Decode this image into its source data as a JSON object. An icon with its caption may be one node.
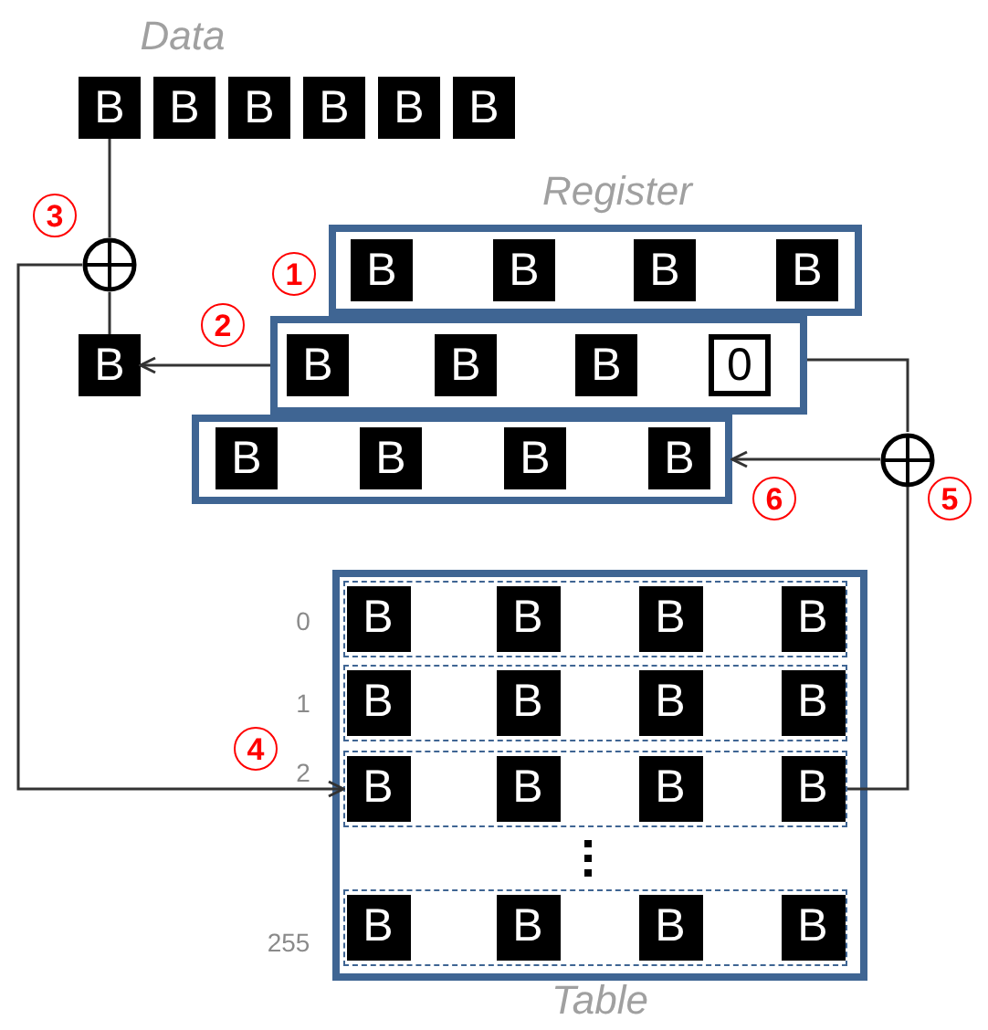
{
  "diagram": {
    "nodes": [
      {
        "text": [
          "B"
        ]
      },
      {
        "text": [
          "B"
        ]
      },
      {
        "text": [
          "B"
        ]
      },
      {
        "text": [
          "B"
        ]
      },
      {
        "text": [
          "B"
        ]
      },
      {
        "text": [
          "B"
        ]
      },
      {
        "text": [],
        "shape": "circle"
      },
      {
        "text": [
          "B"
        ]
      },
      {
        "text": [],
        "shape": "box"
      },
      {
        "text": [
          "B"
        ],
        "in": 8
      },
      {
        "text": [
          "B"
        ],
        "in": 8
      },
      {
        "text": [
          "B"
        ],
        "in": 8
      },
      {
        "text": [
          "B"
        ],
        "in": 8
      },
      {
        "text": [],
        "shape": "box"
      },
      {
        "text": [
          "B"
        ],
        "in": 13
      },
      {
        "text": [
          "B"
        ],
        "in": 13
      },
      {
        "text": [
          "B"
        ],
        "in": 13
      },
      {
        "text": [
          "0"
        ],
        "in": 13
      },
      {
        "text": [],
        "shape": "box"
      },
      {
        "text": [
          "B"
        ],
        "in": 18
      },
      {
        "text": [
          "B"
        ],
        "in": 18
      },
      {
        "text": [
          "B"
        ],
        "in": 18
      },
      {
        "text": [
          "B"
        ],
        "in": 18
      },
      {
        "text": [],
        "shape": "circle"
      },
      {
        "text": [
          "Table"
        ]
      },
      {
        "text": [],
        "shape": "box",
        "in": 24
      },
      {
        "text": [
          "B"
        ],
        "in": 25
      },
      {
        "text": [
          "B"
        ],
        "in": 25
      },
      {
        "text": [
          "B"
        ],
        "in": 25
      },
      {
        "text": [
          "B"
        ],
        "in": 25
      },
      {
        "text": [],
        "shape": "box",
        "in": 24
      },
      {
        "text": [
          "B"
        ],
        "in": 30
      },
      {
        "text": [
          "B"
        ],
        "in": 30
      },
      {
        "text": [
          "B"
        ],
        "in": 30
      },
      {
        "text": [
          "B"
        ],
        "in": 30
      },
      {
        "text": [],
        "shape": "box",
        "in": 24
      },
      {
        "text": [
          "B"
        ],
        "in": 35
      },
      {
        "text": [
          "B"
        ],
        "in": 35
      },
      {
        "text": [
          "B"
        ],
        "in": 35
      },
      {
        "text": [
          "B"
        ],
        "in": 35
      },
      {
        "text": [],
        "shape": "box",
        "in": 24
      },
      {
        "text": [
          "B"
        ],
        "in": 40
      },
      {
        "text": [
          "B"
        ],
        "in": 40
      },
      {
        "text": [
          "B"
        ],
        "in": 40
      },
      {
        "text": [
          "B"
        ],
        "in": 40
      }
    ],
    "edges": [
      {
        "from": 0,
        "to": 6,
        "arrow": "none"
      },
      {
        "from": 6,
        "to": 7,
        "arrow": "none"
      },
      {
        "from": 13,
        "to": 7,
        "arrow": "to"
      },
      {
        "from": 6,
        "to": 35,
        "arrow": "to"
      },
      {
        "from": 13,
        "to": 23,
        "arrow": "none"
      },
      {
        "from": 35,
        "to": 23,
        "arrow": "none"
      },
      {
        "from": 23,
        "to": 18,
        "arrow": "to"
      }
    ],
    "labels": [
      "Data",
      "Register",
      "3",
      "1",
      "2",
      "6",
      "5",
      "0",
      "1",
      "4",
      "2",
      "255"
    ]
  }
}
